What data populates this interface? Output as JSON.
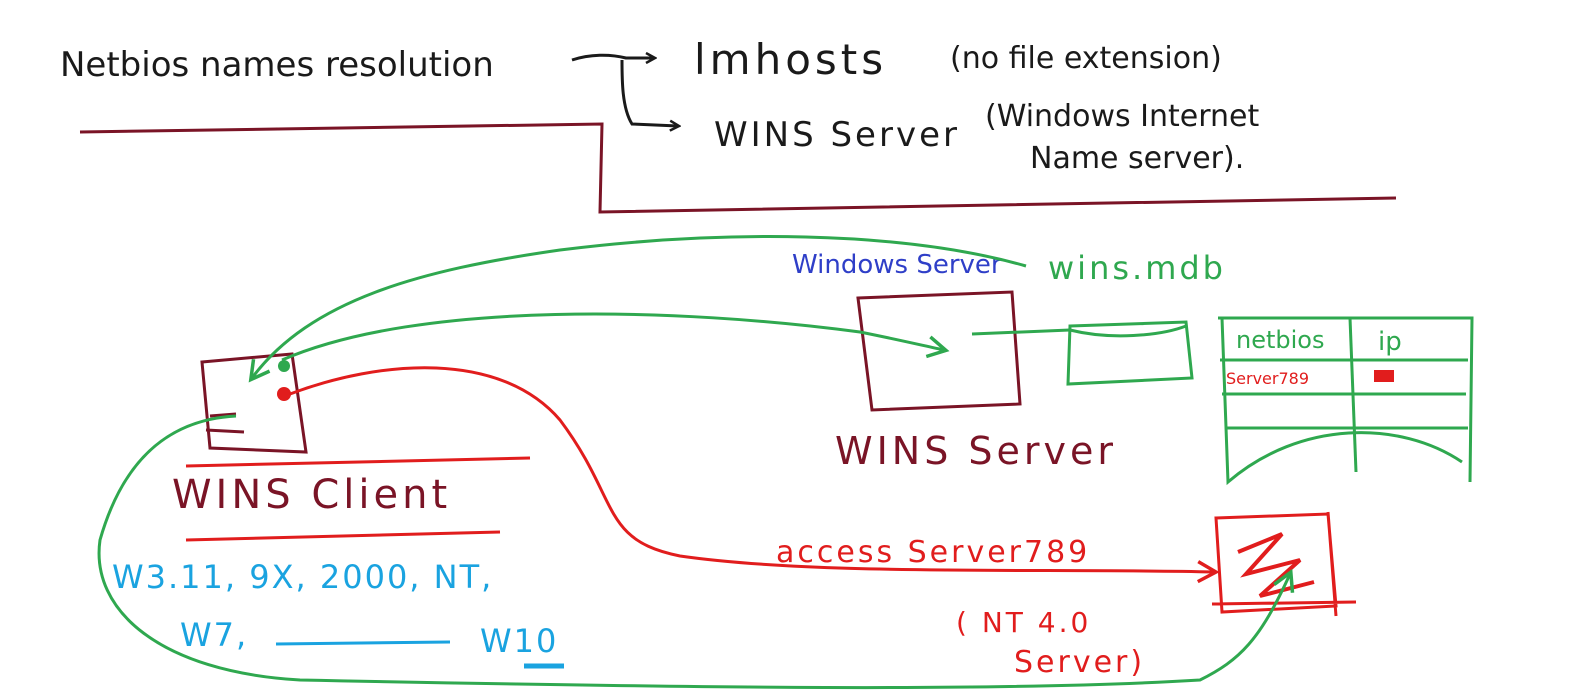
{
  "colors": {
    "ink": "#1a1a1a",
    "maroon": "#7a1426",
    "green": "#2fa84f",
    "red": "#e11d1d",
    "blue": "#2f3fc8",
    "cyan": "#1aa3e0"
  },
  "top": {
    "topic": "Netbios names resolution",
    "option1": "lmhosts",
    "option1_note": "(no file extension)",
    "option2": "WINS Server",
    "option2_note_line1": "(Windows Internet",
    "option2_note_line2": "Name server)."
  },
  "server": {
    "platform": "Windows Server",
    "label": "WINS Server",
    "db_file": "wins.mdb"
  },
  "table": {
    "headers": [
      "netbios",
      "ip"
    ],
    "row1_name": "Server789"
  },
  "client": {
    "label": "WINS Client",
    "versions_line1": "W3.11, 9X, 2000, NT,",
    "versions_line2_start": "W7,",
    "versions_line2_end": "W10"
  },
  "target": {
    "action": "access Server789",
    "os_line1": "( NT 4.0",
    "os_line2": "Server)"
  }
}
